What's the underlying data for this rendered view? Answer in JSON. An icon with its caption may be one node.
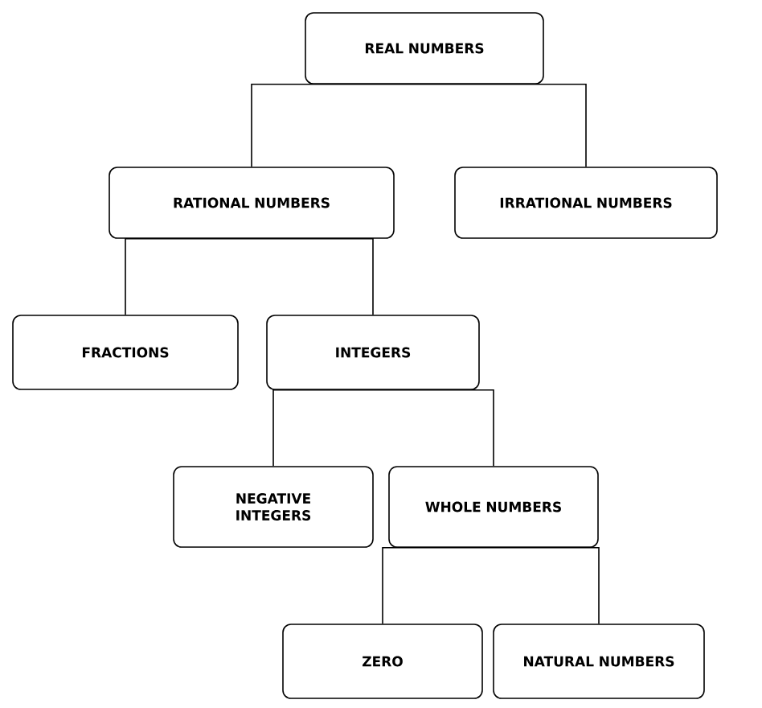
{
  "diagram": {
    "nodes": [
      {
        "text": [
          "REAL NUMBERS"
        ]
      },
      {
        "text": [
          "RATIONAL NUMBERS"
        ]
      },
      {
        "text": [
          "IRRATIONAL NUMBERS"
        ]
      },
      {
        "text": [
          "FRACTIONS"
        ]
      },
      {
        "text": [
          "INTEGERS"
        ]
      },
      {
        "text": [
          "NEGATIVE INTEGERS"
        ]
      },
      {
        "text": [
          "WHOLE NUMBERS"
        ]
      },
      {
        "text": [
          "ZERO"
        ]
      },
      {
        "text": [
          "NATURAL NUMBERS"
        ]
      }
    ],
    "edges": [
      {
        "from": 0,
        "to": 1,
        "arrow": "none"
      },
      {
        "from": 0,
        "to": 2,
        "arrow": "none"
      },
      {
        "from": 1,
        "to": 3,
        "arrow": "none"
      },
      {
        "from": 1,
        "to": 4,
        "arrow": "none"
      },
      {
        "from": 4,
        "to": 5,
        "arrow": "none"
      },
      {
        "from": 4,
        "to": 6,
        "arrow": "none"
      },
      {
        "from": 6,
        "to": 7,
        "arrow": "none"
      },
      {
        "from": 6,
        "to": 8,
        "arrow": "none"
      }
    ]
  }
}
